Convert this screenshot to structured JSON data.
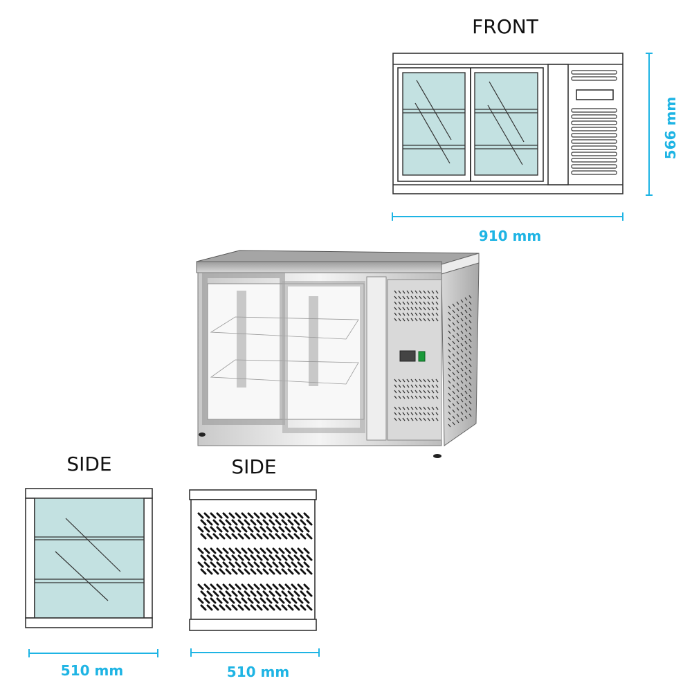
{
  "views": {
    "front": {
      "title": "FRONT",
      "width_label": "910 mm",
      "height_label": "566 mm"
    },
    "side_glass": {
      "title": "SIDE",
      "depth_label": "510 mm"
    },
    "side_vented": {
      "title": "SIDE",
      "depth_label": "510 mm"
    }
  },
  "colors": {
    "dimension": "#1eb4e4",
    "glass": "#c3e1e1",
    "switch": "#1a9a3a"
  }
}
